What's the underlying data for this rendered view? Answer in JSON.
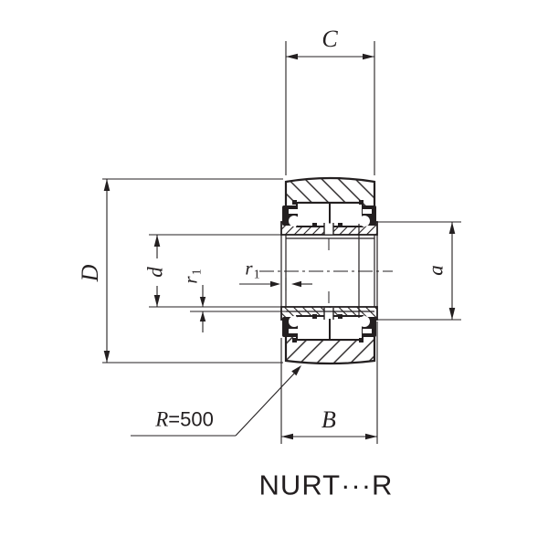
{
  "drawing_title": "NURT···R",
  "labels": {
    "C": "C",
    "D": "D",
    "d": "d",
    "B": "B",
    "a": "a",
    "r1_base": "r",
    "r1_sub": "1",
    "radius_symbol": "R",
    "radius_value": "=500"
  },
  "colors": {
    "line": "#231f20",
    "background": "#ffffff"
  }
}
